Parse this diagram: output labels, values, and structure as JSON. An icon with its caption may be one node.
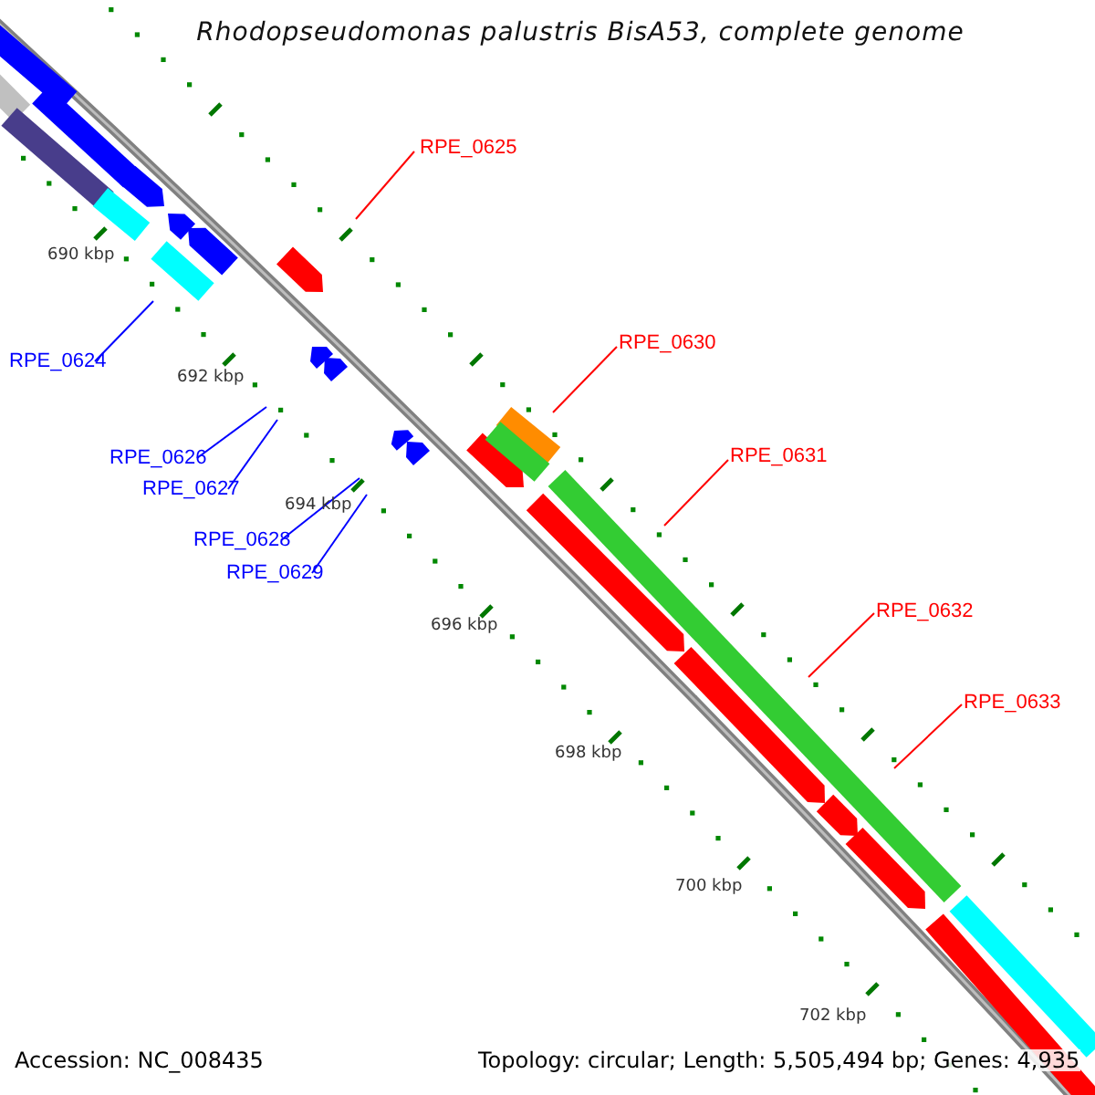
{
  "diagram": {
    "title": "Rhodopseudomonas palustris BisA53, complete genome",
    "nodes": [
      {
        "text": [
          "RPE_0625"
        ]
      },
      {
        "text": [
          "RPE_0630"
        ]
      },
      {
        "text": [
          "RPE_0631"
        ]
      },
      {
        "text": [
          "RPE_0632"
        ]
      },
      {
        "text": [
          "RPE_0633"
        ]
      },
      {
        "text": [
          "RPE_0624"
        ]
      },
      {
        "text": [
          "RPE_0626"
        ]
      },
      {
        "text": [
          "RPE_0627"
        ]
      },
      {
        "text": [
          "RPE_0628"
        ]
      },
      {
        "text": [
          "RPE_0629"
        ]
      }
    ],
    "edges": [
      {
        "from": 0,
        "to": null,
        "arrow": "none",
        "color": "#ff0000"
      },
      {
        "from": 1,
        "to": null,
        "arrow": "none",
        "color": "#ff0000"
      },
      {
        "from": 2,
        "to": null,
        "arrow": "none",
        "color": "#ff0000"
      },
      {
        "from": 3,
        "to": null,
        "arrow": "none",
        "color": "#ff0000"
      },
      {
        "from": 4,
        "to": null,
        "arrow": "none",
        "color": "#ff0000"
      },
      {
        "from": 5,
        "to": null,
        "arrow": "none",
        "color": "#0000ff"
      },
      {
        "from": 6,
        "to": null,
        "arrow": "none",
        "color": "#0000ff"
      },
      {
        "from": 7,
        "to": null,
        "arrow": "none",
        "color": "#0000ff"
      },
      {
        "from": 8,
        "to": null,
        "arrow": "none",
        "color": "#0000ff"
      },
      {
        "from": 9,
        "to": null,
        "arrow": "none",
        "color": "#0000ff"
      }
    ],
    "labels": [
      "690 kbp",
      "692 kbp",
      "694 kbp",
      "696 kbp",
      "698 kbp",
      "700 kbp",
      "702 kbp",
      "Accession: NC_008435",
      "Topology: circular; Length: 5,505,494 bp; Genes: 4,935"
    ]
  }
}
